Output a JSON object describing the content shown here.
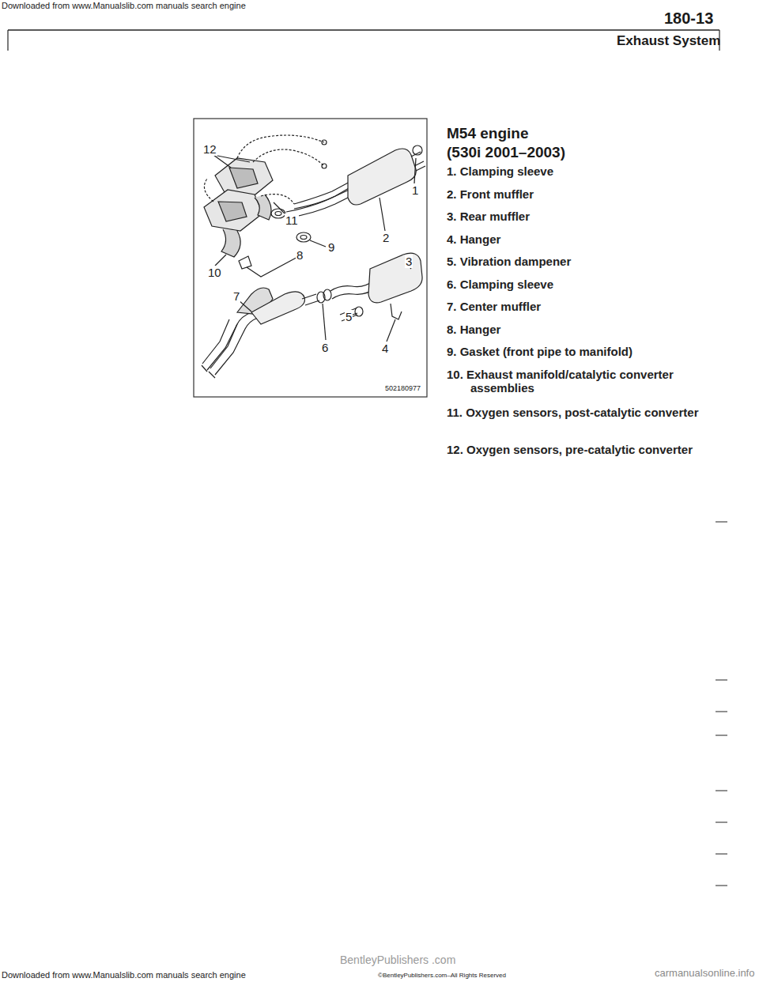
{
  "diagram": {
    "labels": [
      "180-13",
      "Exhaust System",
      "M54 engine",
      "(530i 2001–2003)",
      "1. Clamping sleeve",
      "2. Front muffler",
      "3. Rear muffler",
      "4. Hanger",
      "5. Vibration dampener",
      "6. Clamping sleeve",
      "7. Center muffler",
      "8. Hanger",
      "9. Gasket (front pipe to manifold)",
      "10. Exhaust manifold/catalytic converter assemblies",
      "11. Oxygen sensors, post-catalytic converter",
      "12. Oxygen sensors, pre-catalytic converter",
      "12",
      "11",
      "10",
      "9",
      "8",
      "7",
      "6",
      "5",
      "4",
      "3",
      "2",
      "1",
      "502180977",
      "Downloaded from www.Manualslib.com manuals search engine",
      "Downloaded from www.Manualslib.com manuals search engine",
      "©BentleyPublishers.com–All Rights Reserved",
      "carmanualsonline.info",
      "BentleyPublishers .com"
    ]
  }
}
